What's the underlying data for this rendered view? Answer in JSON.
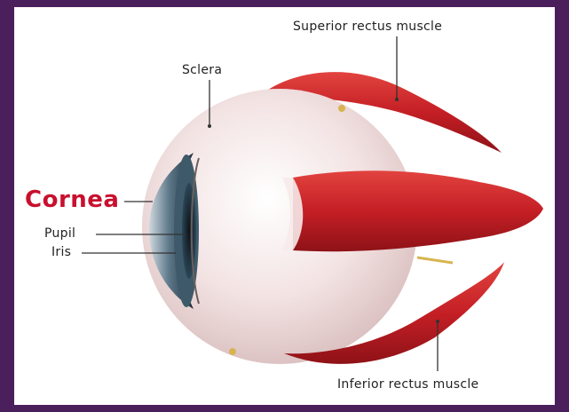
{
  "frame": {
    "background": "#4a1f5c",
    "panel_background": "#ffffff"
  },
  "labels": {
    "superior_rectus": "Superior rectus muscle",
    "sclera": "Sclera",
    "cornea": "Cornea",
    "pupil": "Pupil",
    "iris": "Iris",
    "inferior_rectus": "Inferior rectus muscle"
  },
  "colors": {
    "highlight_label": "#c8102e",
    "muscle": "#c8242a",
    "sclera": "#f1e2e2",
    "leader_line": "#333333"
  }
}
